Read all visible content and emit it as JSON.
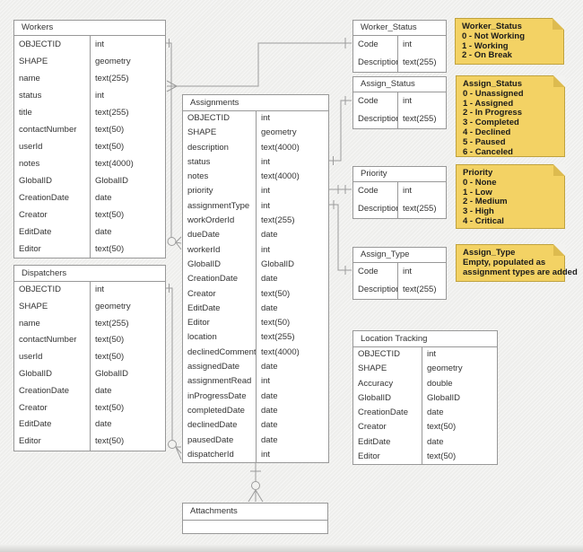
{
  "colors": {
    "canvas_bg": "#f2f2f0",
    "table_bg": "#ffffff",
    "table_border": "#989898",
    "edge": "#9b9b9b",
    "note_fill": "#f3d264",
    "note_border": "#bfa23e",
    "note_fold": "#ddbb4f"
  },
  "tables": [
    {
      "id": "workers",
      "title": "Workers",
      "fields": [
        [
          "OBJECTID",
          "int"
        ],
        [
          "SHAPE",
          "geometry"
        ],
        [
          "name",
          "text(255)"
        ],
        [
          "status",
          "int"
        ],
        [
          "title",
          "text(255)"
        ],
        [
          "contactNumber",
          "text(50)"
        ],
        [
          "userId",
          "text(50)"
        ],
        [
          "notes",
          "text(4000)"
        ],
        [
          "GlobalID",
          "GlobalID"
        ],
        [
          "CreationDate",
          "date"
        ],
        [
          "Creator",
          "text(50)"
        ],
        [
          "EditDate",
          "date"
        ],
        [
          "Editor",
          "text(50)"
        ]
      ]
    },
    {
      "id": "dispatchers",
      "title": "Dispatchers",
      "fields": [
        [
          "OBJECTID",
          "int"
        ],
        [
          "SHAPE",
          "geometry"
        ],
        [
          "name",
          "text(255)"
        ],
        [
          "contactNumber",
          "text(50)"
        ],
        [
          "userId",
          "text(50)"
        ],
        [
          "GlobalID",
          "GlobalID"
        ],
        [
          "CreationDate",
          "date"
        ],
        [
          "Creator",
          "text(50)"
        ],
        [
          "EditDate",
          "date"
        ],
        [
          "Editor",
          "text(50)"
        ]
      ]
    },
    {
      "id": "assignments",
      "title": "Assignments",
      "fields": [
        [
          "OBJECTID",
          "int"
        ],
        [
          "SHAPE",
          "geometry"
        ],
        [
          "description",
          "text(4000)"
        ],
        [
          "status",
          "int"
        ],
        [
          "notes",
          "text(4000)"
        ],
        [
          "priority",
          "int"
        ],
        [
          "assignmentType",
          "int"
        ],
        [
          "workOrderId",
          "text(255)"
        ],
        [
          "dueDate",
          "date"
        ],
        [
          "workerId",
          "int"
        ],
        [
          "GlobalID",
          "GlobalID"
        ],
        [
          "CreationDate",
          "date"
        ],
        [
          "Creator",
          "text(50)"
        ],
        [
          "EditDate",
          "date"
        ],
        [
          "Editor",
          "text(50)"
        ],
        [
          "location",
          "text(255)"
        ],
        [
          "declinedComment",
          "text(4000)"
        ],
        [
          "assignedDate",
          "date"
        ],
        [
          "assignmentRead",
          "int"
        ],
        [
          "inProgressDate",
          "date"
        ],
        [
          "completedDate",
          "date"
        ],
        [
          "declinedDate",
          "date"
        ],
        [
          "pausedDate",
          "date"
        ],
        [
          "dispatcherId",
          "int"
        ]
      ]
    },
    {
      "id": "worker_status",
      "title": "Worker_Status",
      "fields": [
        [
          "Code",
          "int"
        ],
        [
          "Description",
          "text(255)"
        ]
      ]
    },
    {
      "id": "assign_status",
      "title": "Assign_Status",
      "fields": [
        [
          "Code",
          "int"
        ],
        [
          "Description",
          "text(255)"
        ]
      ]
    },
    {
      "id": "priority",
      "title": "Priority",
      "fields": [
        [
          "Code",
          "int"
        ],
        [
          "Description",
          "text(255)"
        ]
      ]
    },
    {
      "id": "assign_type",
      "title": "Assign_Type",
      "fields": [
        [
          "Code",
          "int"
        ],
        [
          "Description",
          "text(255)"
        ]
      ]
    },
    {
      "id": "location_tracking",
      "title": "Location Tracking",
      "fields": [
        [
          "OBJECTID",
          "int"
        ],
        [
          "SHAPE",
          "geometry"
        ],
        [
          "Accuracy",
          "double"
        ],
        [
          "GlobalID",
          "GlobalID"
        ],
        [
          "CreationDate",
          "date"
        ],
        [
          "Creator",
          "text(50)"
        ],
        [
          "EditDate",
          "date"
        ],
        [
          "Editor",
          "text(50)"
        ]
      ]
    },
    {
      "id": "attachments",
      "title": "Attachments",
      "fields": [],
      "empty_row": true
    }
  ],
  "notes": [
    {
      "id": "note-worker-status",
      "title": "Worker_Status",
      "lines": [
        "0 - Not Working",
        "1 - Working",
        "2 - On Break"
      ]
    },
    {
      "id": "note-assign-status",
      "title": "Assign_Status",
      "lines": [
        "0 - Unassigned",
        "1 - Assigned",
        "2 - In Progress",
        "3 - Completed",
        "4 - Declined",
        "5 - Paused",
        "6 - Canceled"
      ]
    },
    {
      "id": "note-priority",
      "title": "Priority",
      "lines": [
        "0 - None",
        "1 - Low",
        "2 - Medium",
        "3 - High",
        "4 - Critical"
      ]
    },
    {
      "id": "note-assign-type",
      "title": "Assign_Type",
      "lines": [
        "Empty, populated as",
        "assignment types are added"
      ]
    }
  ],
  "relationships": [
    {
      "from": "Worker_Status.Code",
      "to": "Workers.status",
      "from_end": "one",
      "to_end": "many"
    },
    {
      "from": "Workers.OBJECTID",
      "to": "Assignments.workerId",
      "from_end": "one",
      "to_end": "zero-or-many"
    },
    {
      "from": "Dispatchers.OBJECTID",
      "to": "Assignments.dispatcherId",
      "from_end": "one",
      "to_end": "zero-or-many"
    },
    {
      "from": "Assign_Status.Code",
      "to": "Assignments.status",
      "from_end": "one",
      "to_end": "many"
    },
    {
      "from": "Priority.Code",
      "to": "Assignments.priority",
      "from_end": "one",
      "to_end": "many"
    },
    {
      "from": "Assign_Type.Code",
      "to": "Assignments.assignmentType",
      "from_end": "one",
      "to_end": "many"
    },
    {
      "from": "Assignments",
      "to": "Attachments",
      "from_end": "one",
      "to_end": "zero-or-many"
    }
  ]
}
